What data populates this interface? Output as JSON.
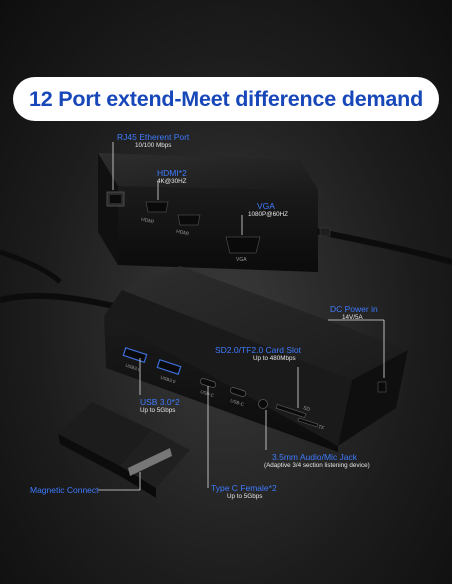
{
  "banner": {
    "title": "12 Port extend-Meet difference demand"
  },
  "callouts": {
    "rj45": {
      "title": "RJ45 Etherent Port",
      "sub": "10/100 Mbps"
    },
    "hdmi": {
      "title": "HDMI*2",
      "sub": "4K@30HZ"
    },
    "vga": {
      "title": "VGA",
      "sub": "1080P@60HZ"
    },
    "dc": {
      "title": "DC Power in",
      "sub": "14V/5A"
    },
    "sd": {
      "title": "SD2.0/TF2.0 Card Slot",
      "sub": "Up to 480Mbps"
    },
    "usb3": {
      "title": "USB 3.0*2",
      "sub": "Up to 5Gbps"
    },
    "audio": {
      "title": "3.5mm Audio/Mic Jack",
      "sub": "(Adaptive 3/4 section listening device)"
    },
    "magnetic": {
      "title": "Magnetic Connect"
    },
    "typec": {
      "title": "Type C Female*2",
      "sub": "Up to 5Gbps"
    }
  },
  "port_marks": {
    "hdmi_left": "HDMI",
    "hdmi_right": "HDMI",
    "vga": "VGA",
    "usb_left": "USB3.0",
    "usb_right": "USB3.0",
    "typec_left": "USB-C",
    "typec_right": "USB-C",
    "sd": "SD",
    "tf": "TF"
  },
  "colors": {
    "accent": "#3d7bff",
    "banner_text": "#1747b8",
    "device": "#141414"
  }
}
